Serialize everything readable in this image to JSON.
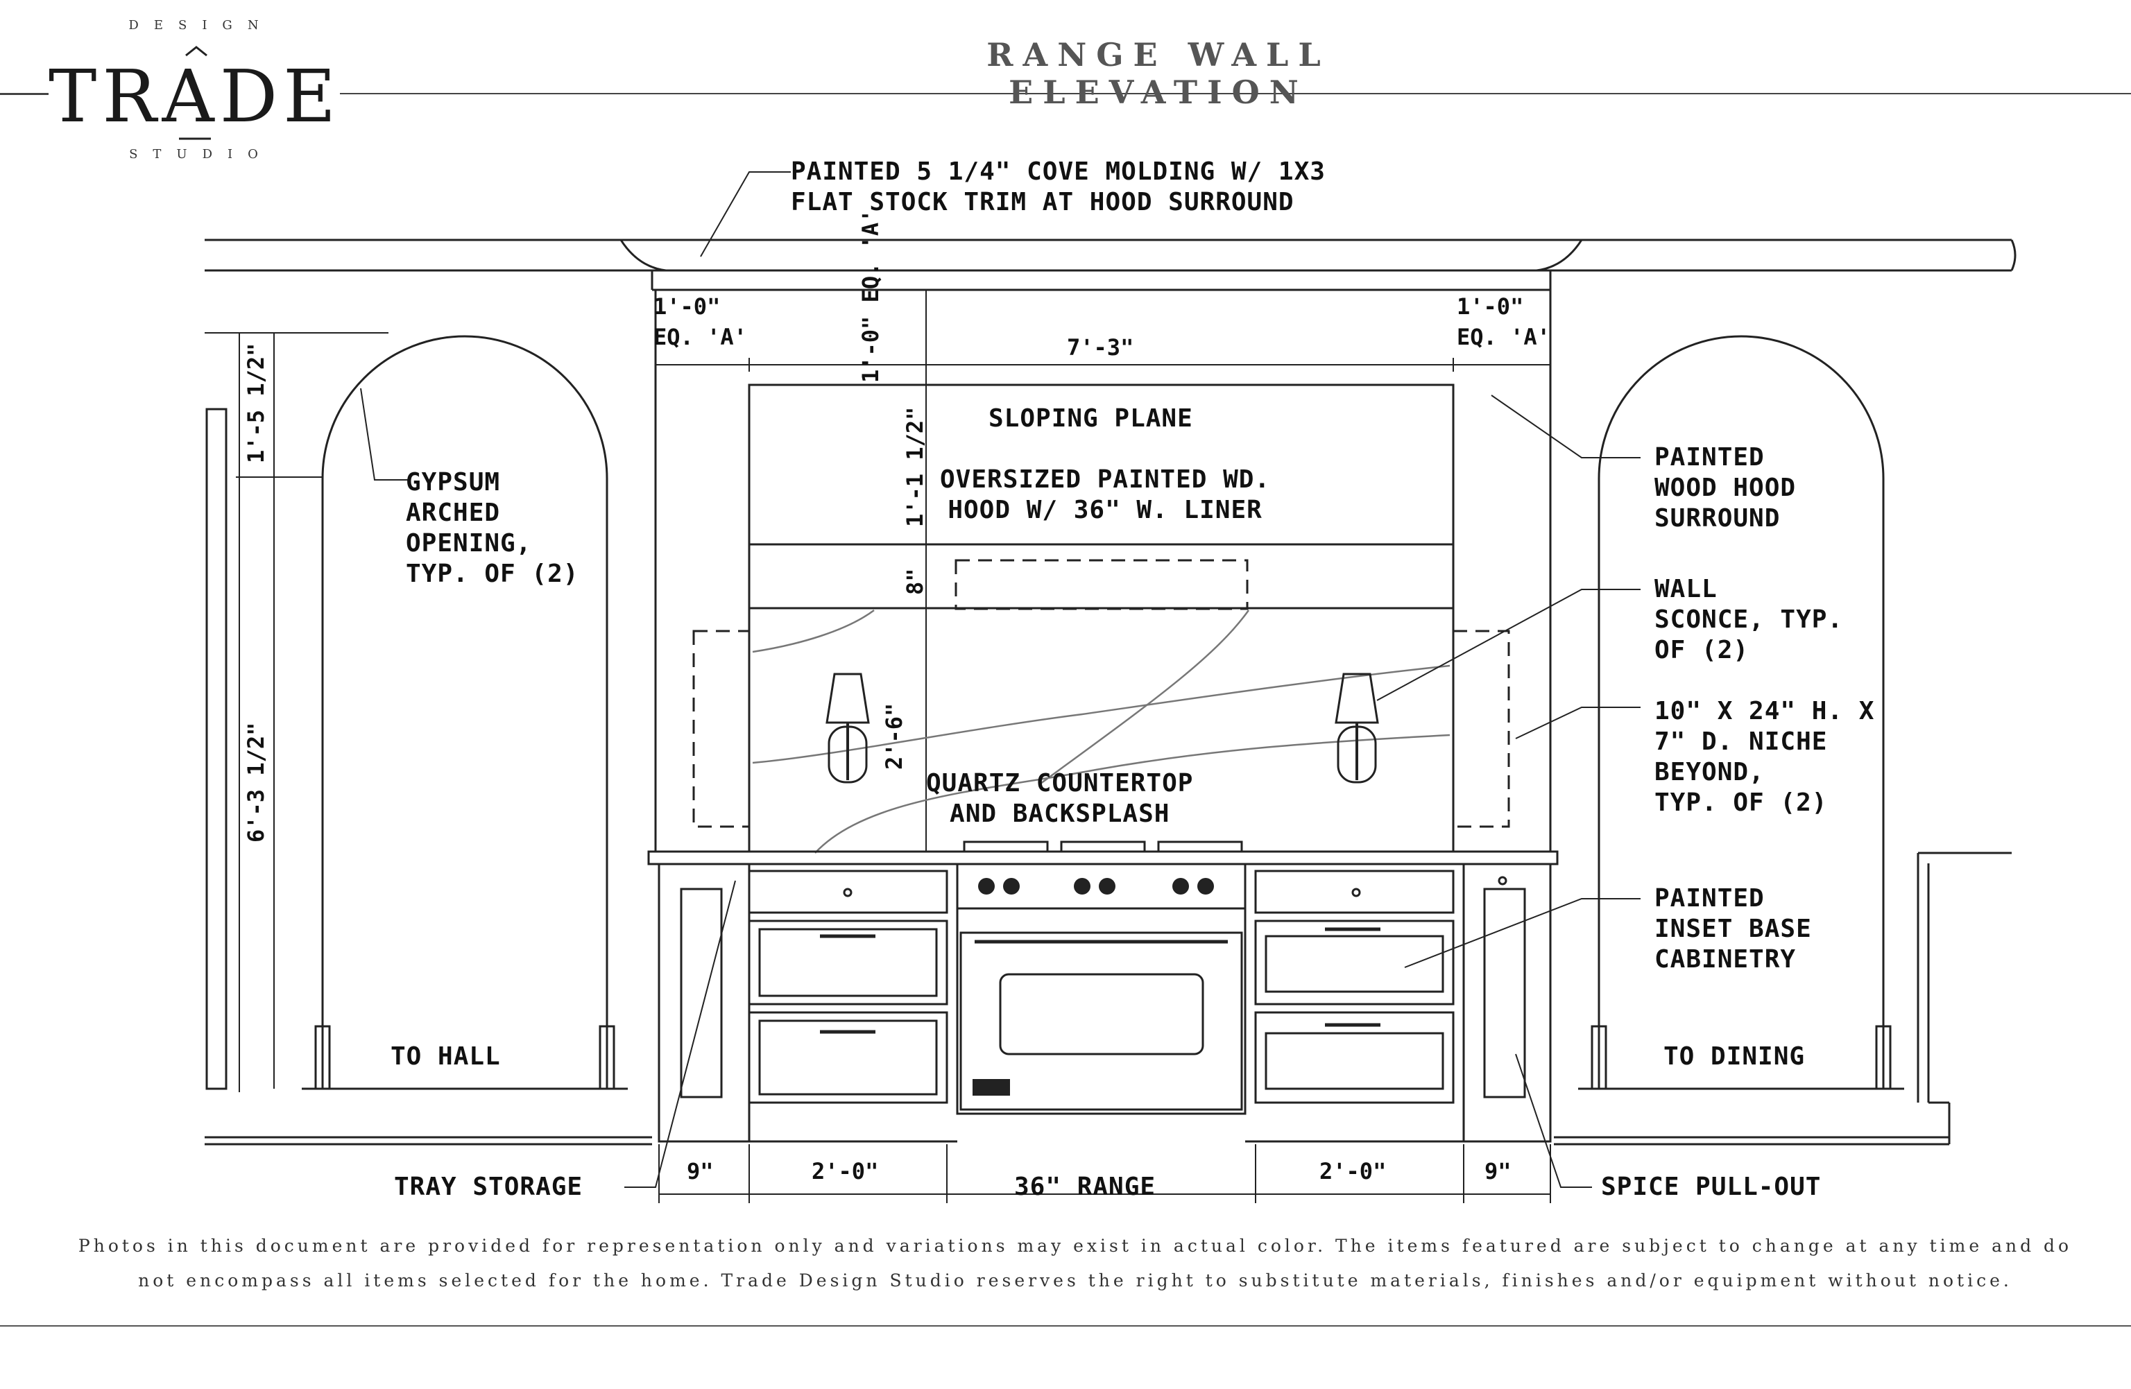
{
  "header": {
    "logo_word": "TRADE",
    "logo_top": "DESIGN",
    "logo_bottom": "STUDIO",
    "title": "RANGE WALL ELEVATION"
  },
  "labels": {
    "cove_molding": "PAINTED 5 1/4\" COVE MOLDING W/ 1X3\nFLAT STOCK TRIM AT HOOD SURROUND",
    "sloping_plane": "SLOPING PLANE",
    "hood": "OVERSIZED PAINTED WD.\nHOOD W/ 36\" W. LINER",
    "gypsum": "GYPSUM\nARCHED\nOPENING,\nTYP. OF (2)",
    "hood_surround": "PAINTED\nWOOD HOOD\nSURROUND",
    "sconce": "WALL\nSCONCE, TYP.\nOF (2)",
    "niche": "10\" X 24\" H. X\n7\" D. NICHE\nBEYOND,\nTYP. OF (2)",
    "base_cabinetry": "PAINTED\nINSET BASE\nCABINETRY",
    "quartz": "QUARTZ COUNTERTOP\nAND BACKSPLASH",
    "to_hall": "TO HALL",
    "to_dining": "TO DINING",
    "tray_storage": "TRAY STORAGE",
    "spice_pullout": "SPICE PULL-OUT",
    "range": "36\" RANGE"
  },
  "dimensions": {
    "left_eq": "1'-0\"\nEQ. 'A'",
    "right_eq": "1'-0\"\nEQ. 'A'",
    "hood_width": "7'-3\"",
    "top_vertical": "1'-0\" EQ. 'A'",
    "hood_height": "1'-1 1/2\"",
    "liner_height": "8\"",
    "backsplash_height": "2'-6\"",
    "arch_top": "1'-5 1/2\"",
    "arch_height": "6'-3 1/2\"",
    "base_9_left": "9\"",
    "base_2_left": "2'-0\"",
    "base_2_right": "2'-0\"",
    "base_9_right": "9\""
  },
  "footer": {
    "disclaimer": "Photos in this document are provided for representation only and variations may exist in actual color. The items featured are subject to change at any time and do not encompass all items selected for the home. Trade Design Studio reserves the right to substitute materials, finishes and/or equipment without notice."
  }
}
